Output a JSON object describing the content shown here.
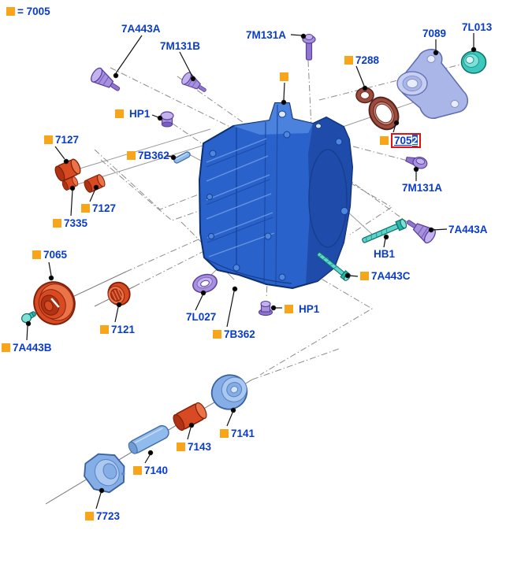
{
  "legend": {
    "marker": "orange-square",
    "text": "= 7005"
  },
  "labels": {
    "l7a443a_top": "7A443A",
    "l7m131b": "7M131B",
    "l7m131a_top": "7M131A",
    "l7089": "7089",
    "l7l013": "7L013",
    "l7288": "7288",
    "lhp1_top": "HP1",
    "l7127_a": "7127",
    "l7b362_top": "7B362",
    "l7052_prefix": "705",
    "l7052_selected": "2",
    "l7m131a_right": "7M131A",
    "l7127_b": "7127",
    "l7335": "7335",
    "l7a443a_right": "7A443A",
    "lhb1": "HB1",
    "l7065": "7065",
    "l7a443c": "7A443C",
    "l7l027": "7L027",
    "lhp1_bottom": "HP1",
    "l7121": "7121",
    "l7b362_bottom": "7B362",
    "l7a443b": "7A443B",
    "l7141": "7141",
    "l7143": "7143",
    "l7140": "7140",
    "l7723": "7723"
  },
  "highlight": {
    "selected_part": "7052",
    "box_color": "#E31010"
  },
  "palette": {
    "label_blue": "#0A3CCC",
    "marker_orange": "#F9A51A",
    "case_blue": "#2A62CC",
    "part_red": "#D84A22",
    "part_purple": "#A791DD",
    "part_teal": "#3CC8BC",
    "part_periwinkle": "#AAB6E8",
    "part_lightblue": "#90BBEC",
    "seal_darkred": "#9C4C3E"
  }
}
